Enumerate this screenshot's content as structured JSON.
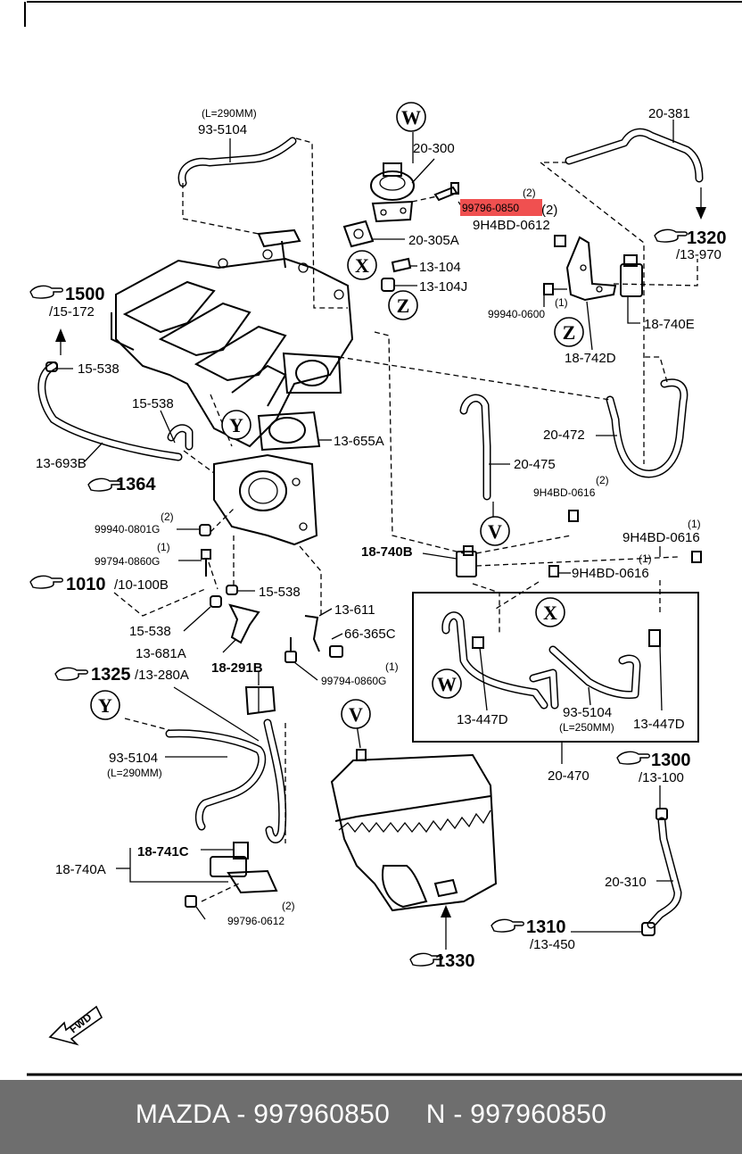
{
  "labels": {
    "l_290mm_top": "(L=290MM)",
    "l_93_5104_top": "93-5104",
    "l_20_300": "20-300",
    "l_20_381": "20-381",
    "l_highlight": "99796-0850",
    "l_q2_a": "(2)",
    "l_q2_b": "(2)",
    "l_9h4bd_0612": "9H4BD-0612",
    "l_1320": "1320",
    "l_13_970": "/13-970",
    "l_20_305a": "20-305A",
    "l_13_104": "13-104",
    "l_13_104j": "13-104J",
    "l_1500": "1500",
    "l_15_172": "/15-172",
    "l_99940_0600": "99940-0600",
    "l_q1_a": "(1)",
    "l_18_740e": "18-740E",
    "l_18_742d": "18-742D",
    "l_15_538_a": "15-538",
    "l_15_538_b": "15-538",
    "l_13_655a": "13-655A",
    "l_20_472": "20-472",
    "l_13_693b": "13-693B",
    "l_20_475": "20-475",
    "l_1364": "1364",
    "l_9h4bd_0616_a": "9H4BD-0616",
    "l_q2_c": "(2)",
    "l_q2_d": "(2)",
    "l_99940_0801g": "99940-0801G",
    "l_q1_b": "(1)",
    "l_99794_0860g_a": "99794-0860G",
    "l_18_740b": "18-740B",
    "l_9h4bd_0616_b": "9H4BD-0616",
    "l_q1_c": "(1)",
    "l_q1_d": "(1)",
    "l_9h4bd_0616_c": "9H4BD-0616",
    "l_1010": "1010",
    "l_10_100b": "/10-100B",
    "l_15_538_c": "15-538",
    "l_15_538_d": "15-538",
    "l_13_611": "13-611",
    "l_66_365c": "66-365C",
    "l_13_681a": "13-681A",
    "l_1325": "1325",
    "l_13_280a": "/13-280A",
    "l_18_291b": "18-291B",
    "l_q1_e": "(1)",
    "l_99794_0860g_b": "99794-0860G",
    "l_13_447d_a": "13-447D",
    "l_93_5104_b": "93-5104",
    "l_250mm": "(L=250MM)",
    "l_13_447d_b": "13-447D",
    "l_93_5104_c": "93-5104",
    "l_290mm_b": "(L=290MM)",
    "l_20_470": "20-470",
    "l_1300": "1300",
    "l_13_100": "/13-100",
    "l_18_741c": "18-741C",
    "l_18_740a": "18-740A",
    "l_20_310": "20-310",
    "l_q2_e": "(2)",
    "l_99796_0612": "99796-0612",
    "l_1310": "1310",
    "l_13_450": "/13-450",
    "l_1330": "1330",
    "l_fwd": "FWD"
  },
  "markers": {
    "w": "W",
    "x": "X",
    "z": "Z",
    "y": "Y",
    "v": "V"
  },
  "footer": {
    "left": "MAZDA - 997960850",
    "right": "N - 997960850"
  },
  "colors": {
    "highlight": "#f05050",
    "footer_bg": "#6e6e6e",
    "footer_text": "#ffffff"
  },
  "icons": {
    "ref_arrow": "pointing-hand-icon",
    "forward": "fwd-arrow-icon"
  }
}
